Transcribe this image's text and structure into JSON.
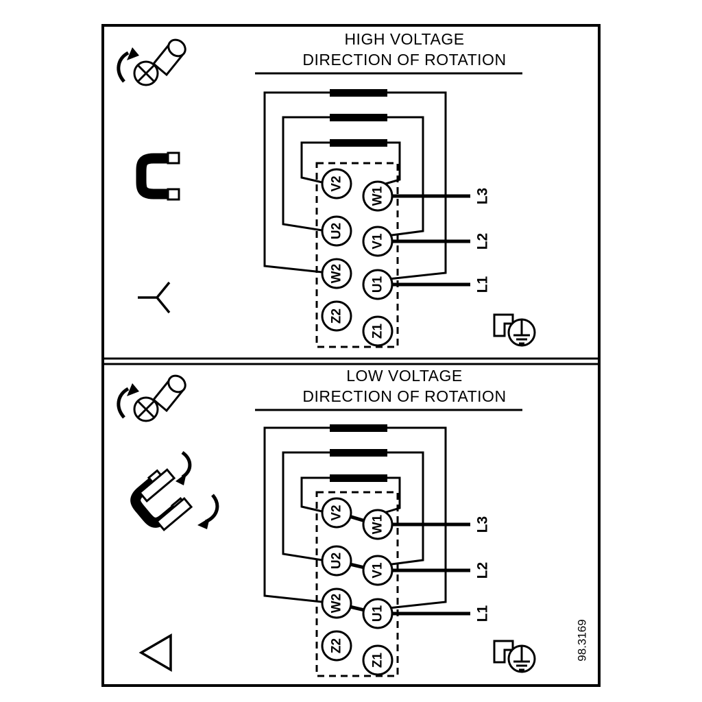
{
  "figure_number": "98.3169",
  "colors": {
    "ink": "#000000",
    "background": "#ffffff"
  },
  "icons": [
    "rotation-screw-icon",
    "terminal-link-icon",
    "star-symbol-icon",
    "link-reposition-icon",
    "delta-symbol-icon",
    "ground-screw-icon"
  ],
  "panels": [
    {
      "id": "high-voltage",
      "connection": "star",
      "title1": "HIGH VOLTAGE",
      "title2": "DIRECTION OF ROTATION",
      "terminals_left": [
        "V2",
        "U2",
        "W2",
        "Z2"
      ],
      "terminals_right": [
        "W1",
        "V1",
        "U1",
        "Z1"
      ],
      "lines": [
        "L3",
        "L2",
        "L1"
      ]
    },
    {
      "id": "low-voltage",
      "connection": "delta",
      "title1": "LOW VOLTAGE",
      "title2": "DIRECTION OF ROTATION",
      "terminals_left": [
        "V2",
        "U2",
        "W2",
        "Z2"
      ],
      "terminals_right": [
        "W1",
        "V1",
        "U1",
        "Z1"
      ],
      "lines": [
        "L3",
        "L2",
        "L1"
      ]
    }
  ]
}
